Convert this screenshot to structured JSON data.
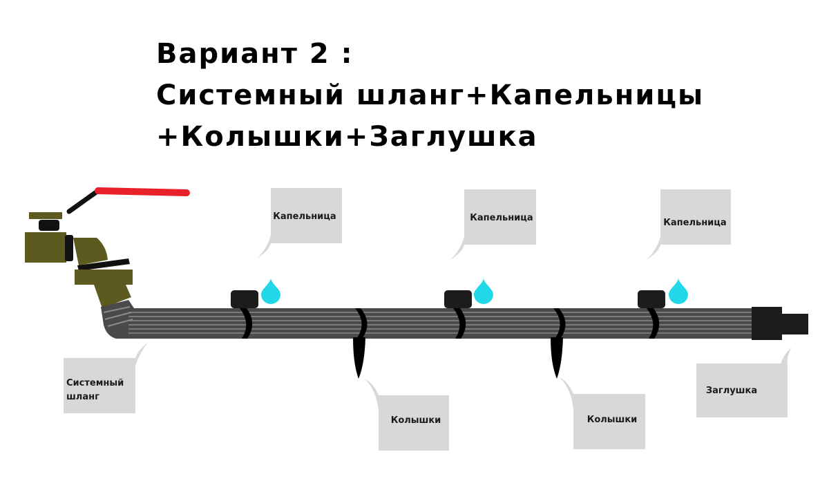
{
  "title": {
    "line1": "Вариант 2 :",
    "line2": "Системный шланг+Капельницы",
    "line3": "+Колышки+Заглушка"
  },
  "labels": {
    "hose_line1": "Системный",
    "hose_line2": "шланг",
    "dripper": "Капельница",
    "stake": "Колышки",
    "plug": "Заглушка"
  },
  "colors": {
    "hose": "#4a4a4a",
    "hose_stripe": "#8a8a8a",
    "brass": "#5c5a1e",
    "handle": "#e8202a",
    "water_drop": "#20d8e8",
    "callout": "#d8d8d8",
    "part": "#1c1c1c"
  }
}
